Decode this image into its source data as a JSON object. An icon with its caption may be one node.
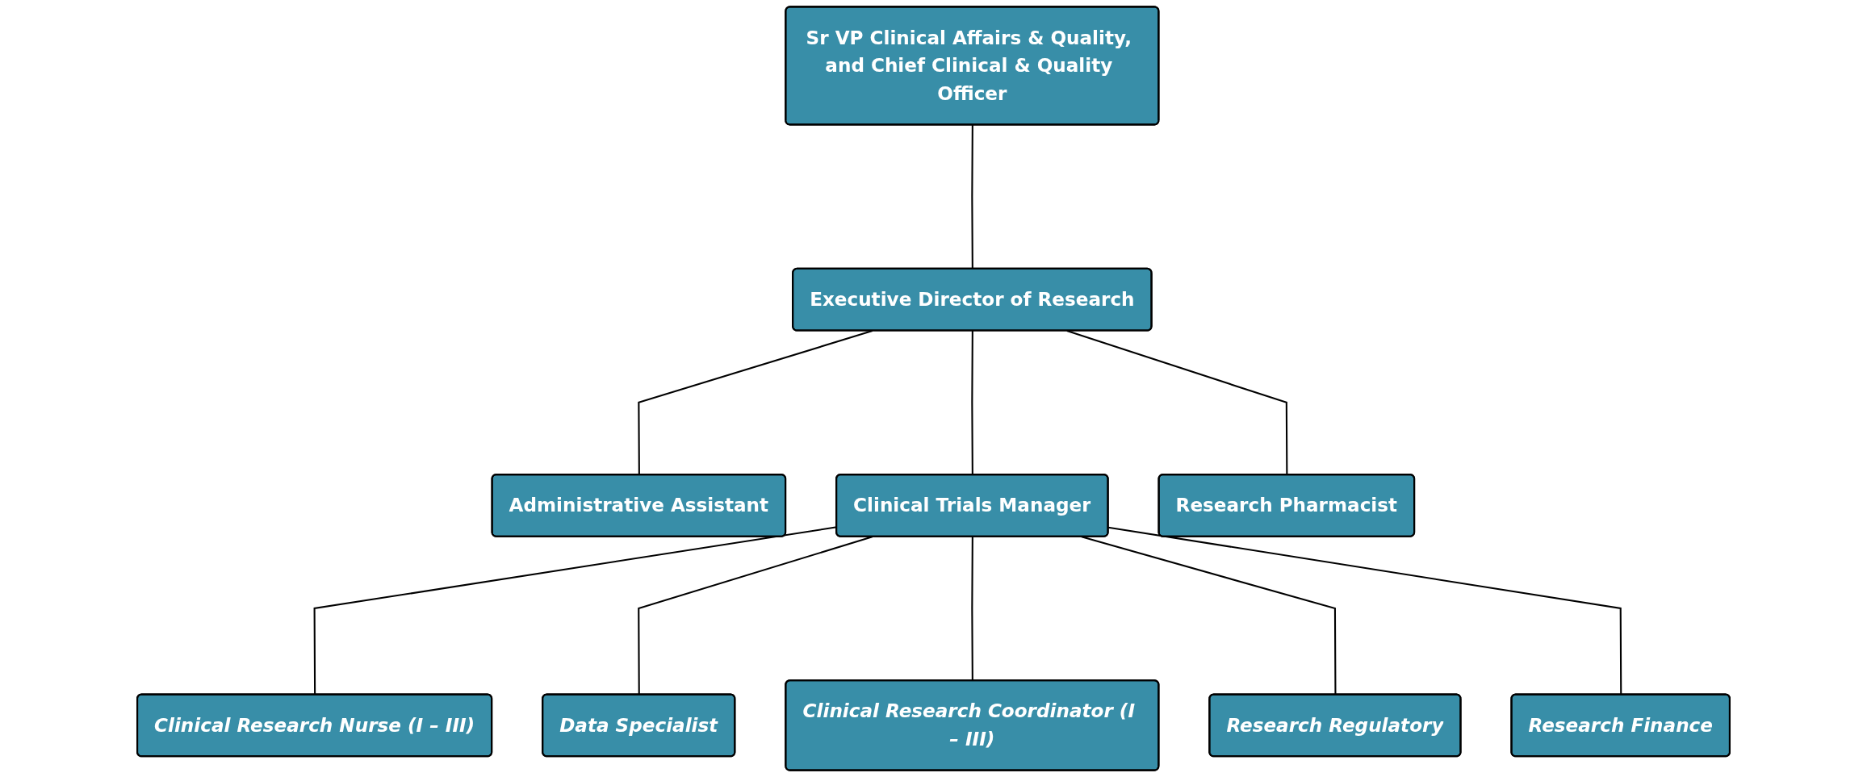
{
  "diagram": {
    "nodes": [
      {
        "text": [
          "Sr VP Clinical Affairs & Quality, and Chief Clinical & Quality Officer"
        ]
      },
      {
        "text": [
          "Executive Director of Research"
        ]
      },
      {
        "text": [
          "Administrative Assistant"
        ]
      },
      {
        "text": [
          "Research Pharmacist"
        ]
      },
      {
        "text": [
          "Clinical Trials Manager"
        ]
      },
      {
        "text": [
          "Clinical Research Nurse (I – III)"
        ]
      },
      {
        "text": [
          "Data Specialist"
        ]
      },
      {
        "text": [
          "Clinical Research Coordinator (I – III)"
        ]
      },
      {
        "text": [
          "Research Regulatory"
        ]
      },
      {
        "text": [
          "Research Finance"
        ]
      }
    ],
    "edges": [
      {
        "from": 0,
        "to": 1,
        "arrow": "none"
      },
      {
        "from": 1,
        "to": 2,
        "arrow": "none"
      },
      {
        "from": 1,
        "to": 3,
        "arrow": "none"
      },
      {
        "from": 1,
        "to": 4,
        "arrow": "none"
      },
      {
        "from": 4,
        "to": 5,
        "arrow": "none"
      },
      {
        "from": 4,
        "to": 6,
        "arrow": "none"
      },
      {
        "from": 4,
        "to": 7,
        "arrow": "none"
      },
      {
        "from": 4,
        "to": 8,
        "arrow": "none"
      },
      {
        "from": 4,
        "to": 9,
        "arrow": "none"
      }
    ]
  }
}
